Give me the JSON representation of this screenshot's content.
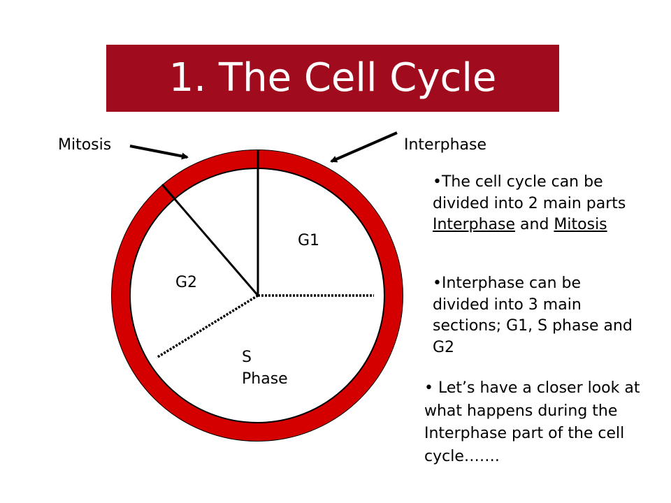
{
  "title": "1. The Cell Cycle",
  "colors": {
    "accent": "#a00c1e",
    "ring": "#d40000",
    "background": "#ffffff"
  },
  "diagram": {
    "labels": {
      "mitosis": "Mitosis",
      "interphase": "Interphase",
      "g1": "G1",
      "g2": "G2",
      "s_line1": "S",
      "s_line2": "Phase"
    }
  },
  "bullets": {
    "b1": {
      "marker": "•",
      "text_pre": "The cell cycle can be divided into 2 main parts ",
      "link1": "Interphase",
      "mid": " and ",
      "link2": "Mitosis"
    },
    "b2": {
      "marker": "•",
      "text": "Interphase can be divided into 3 main sections; G1, S phase and G2"
    },
    "b3": {
      "marker": "•",
      "text": " Let’s have a closer look at what happens during the Interphase part of the cell cycle……."
    }
  }
}
